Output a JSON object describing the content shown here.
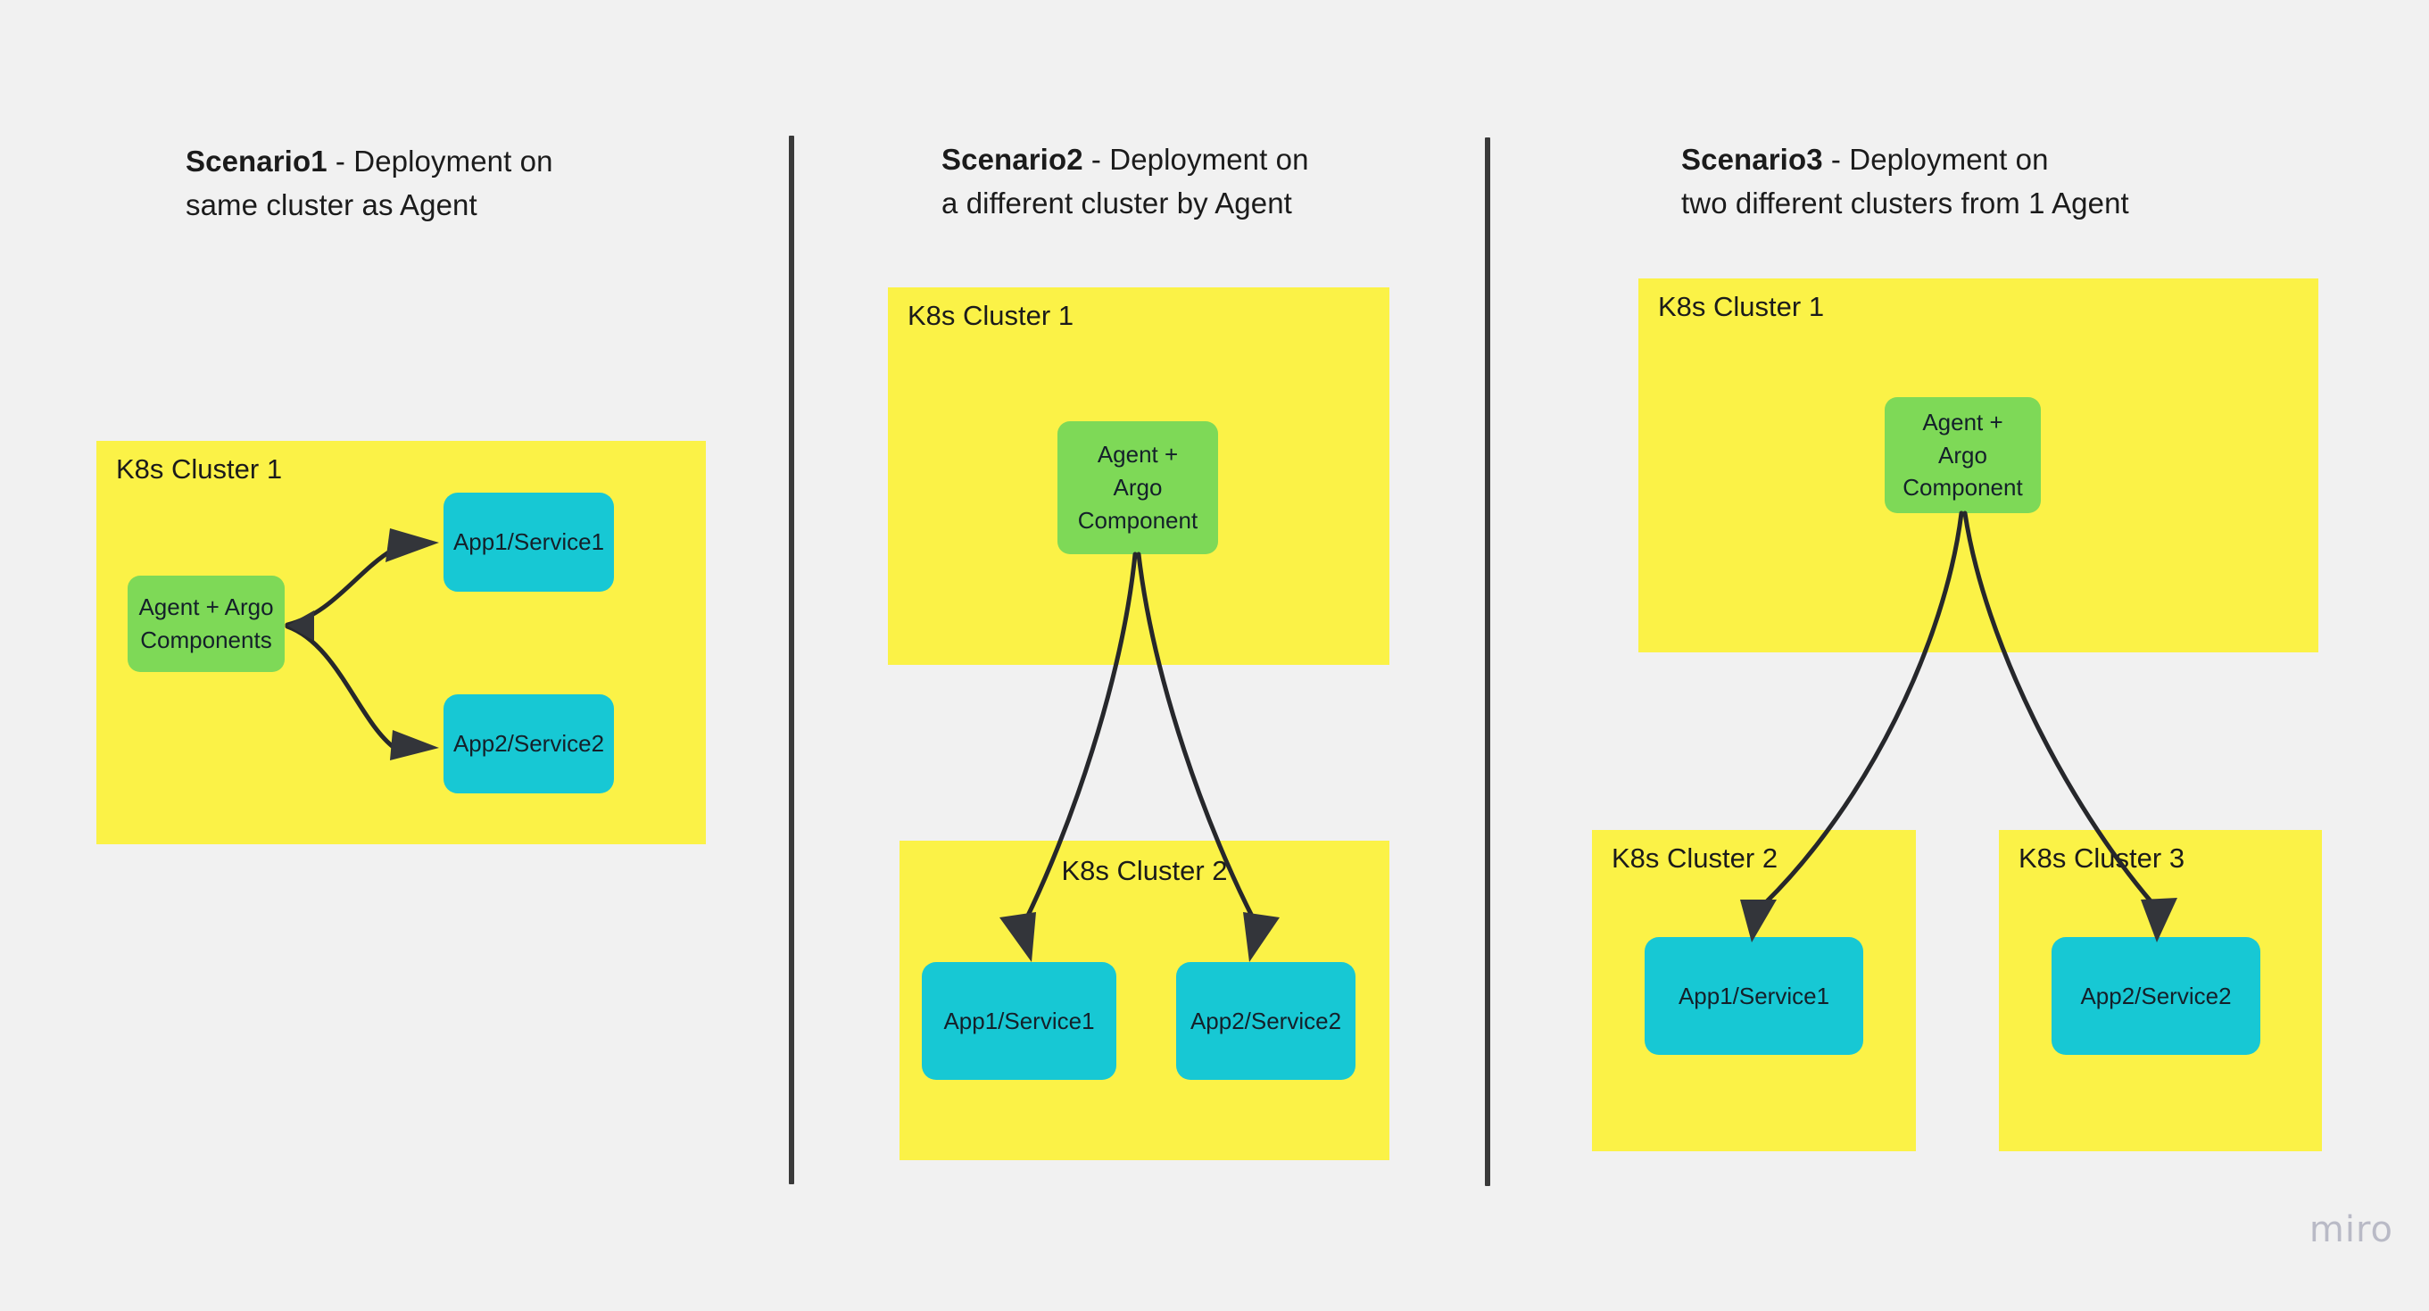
{
  "background_color": "#f1f1f1",
  "palette": {
    "cluster_yellow": "#fbf247",
    "agent_green": "#7ed957",
    "app_cyan": "#17c8d4",
    "arrow_dark": "#26272b",
    "divider": "#3a3a3a",
    "text": "#1b1b1b",
    "watermark": "#b9bac6"
  },
  "watermark": "miro",
  "scenarios": [
    {
      "id": "scenario1",
      "title_strong": "Scenario1",
      "title_rest": " - Deployment on\nsame cluster as Agent",
      "clusters": [
        {
          "label": "K8s Cluster 1"
        }
      ],
      "nodes": [
        {
          "label": "Agent + Argo\nComponents",
          "type": "agent"
        },
        {
          "label": "App1/Service1",
          "type": "app"
        },
        {
          "label": "App2/Service2",
          "type": "app"
        }
      ]
    },
    {
      "id": "scenario2",
      "title_strong": "Scenario2",
      "title_rest": " - Deployment on\na different cluster by Agent",
      "clusters": [
        {
          "label": "K8s Cluster 1"
        },
        {
          "label": "K8s Cluster 2"
        }
      ],
      "nodes": [
        {
          "label": "Agent +\nArgo\nComponent",
          "type": "agent"
        },
        {
          "label": "App1/Service1",
          "type": "app"
        },
        {
          "label": "App2/Service2",
          "type": "app"
        }
      ]
    },
    {
      "id": "scenario3",
      "title_strong": "Scenario3",
      "title_rest": " - Deployment on\ntwo different clusters from 1 Agent",
      "clusters": [
        {
          "label": "K8s Cluster 1"
        },
        {
          "label": "K8s Cluster 2"
        },
        {
          "label": "K8s Cluster 3"
        }
      ],
      "nodes": [
        {
          "label": "Agent +\nArgo\nComponent",
          "type": "agent"
        },
        {
          "label": "App1/Service1",
          "type": "app"
        },
        {
          "label": "App2/Service2",
          "type": "app"
        }
      ]
    }
  ]
}
